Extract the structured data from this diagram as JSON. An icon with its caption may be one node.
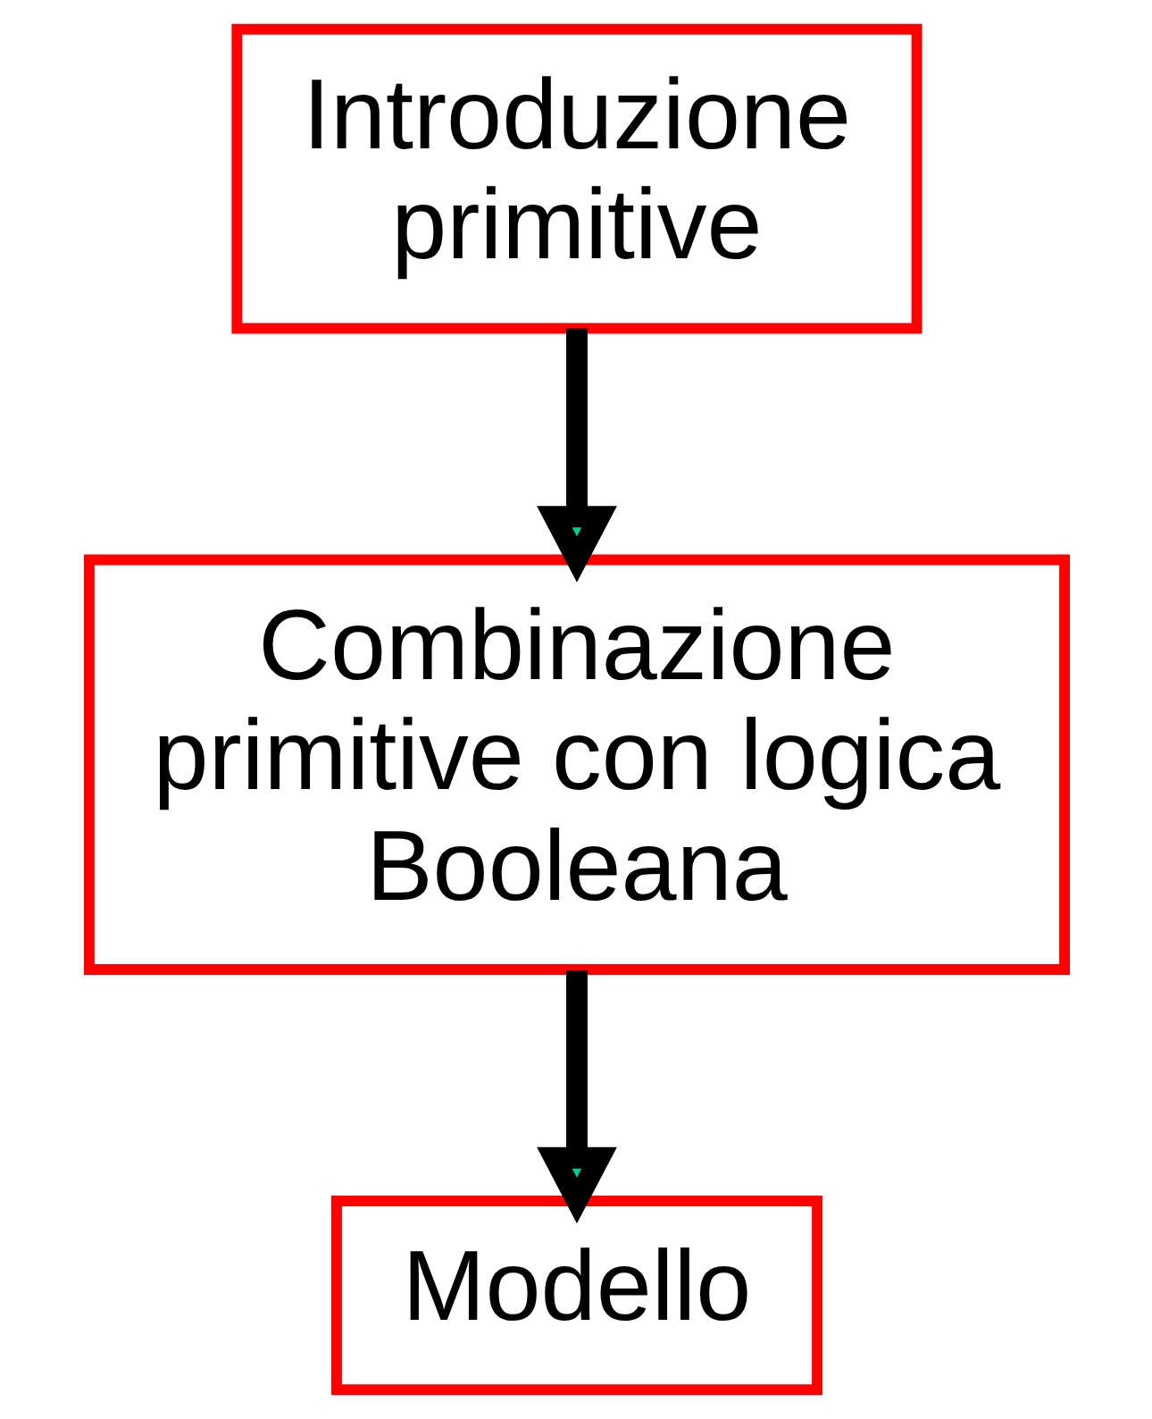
{
  "diagram": {
    "nodes": [
      {
        "text": [
          "Introduzione primitive"
        ]
      },
      {
        "text": [
          "Combinazione primitive con logica Booleana"
        ]
      },
      {
        "text": [
          "Modello"
        ]
      }
    ],
    "edges": [
      {
        "from": 0,
        "to": 1,
        "arrow": "to"
      },
      {
        "from": 1,
        "to": 2,
        "arrow": "to"
      }
    ]
  }
}
